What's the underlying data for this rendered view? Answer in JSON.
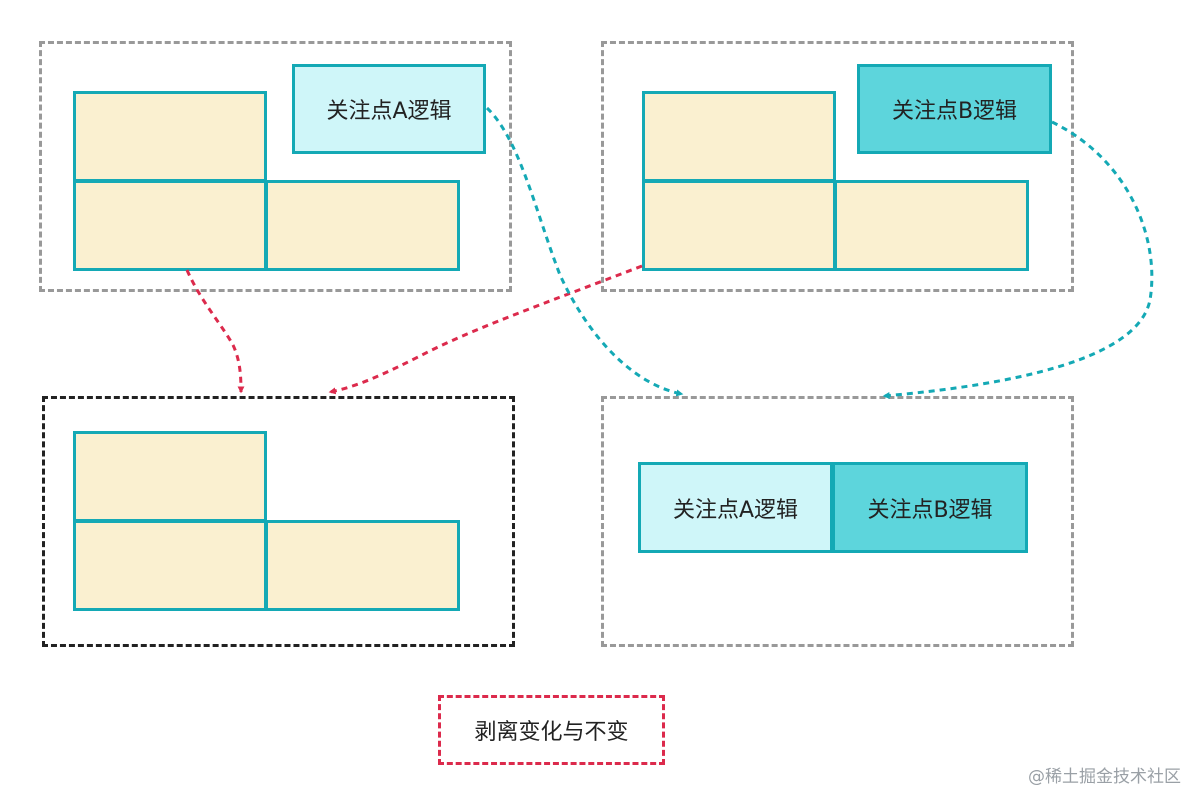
{
  "nodes": {
    "logic_a_top": "关注点A逻辑",
    "logic_b_top": "关注点B逻辑",
    "logic_a_bottom": "关注点A逻辑",
    "logic_b_bottom": "关注点B逻辑"
  },
  "legend": {
    "label": "剥离变化与不变"
  },
  "watermark": "@稀土掘金技术社区",
  "colors": {
    "block_fill": "#faf0d0",
    "teal_border": "#14a9b5",
    "logic_a_fill": "#cff6f9",
    "logic_b_fill": "#5dd5dc",
    "red_arrow": "#dc2a4c",
    "teal_arrow": "#14a9b5",
    "gray_dash": "#999999",
    "dark_dash": "#222222"
  }
}
